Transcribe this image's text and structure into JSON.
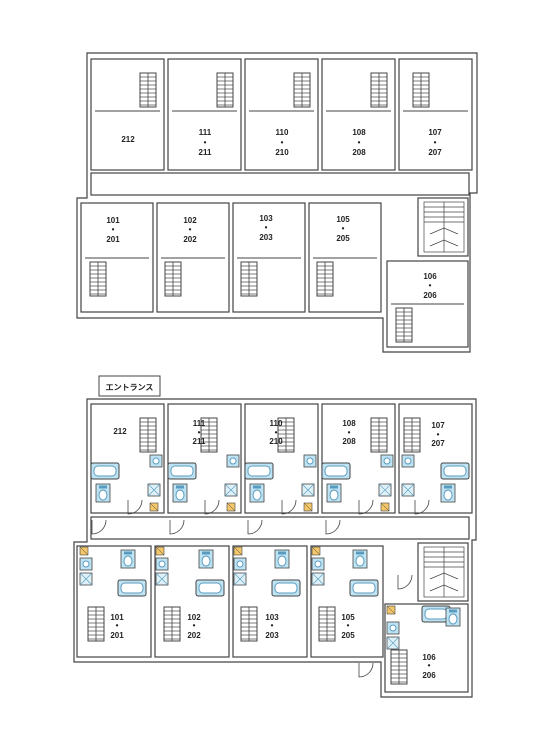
{
  "colors": {
    "wall": "#444444",
    "bath": "#bfe3f2",
    "fixture": "#5a9cc0",
    "closet": "#f3c66a"
  },
  "icons": [
    "stair-icon",
    "bathtub-icon",
    "toilet-icon",
    "washbasin-icon",
    "door-swing-icon",
    "closet-icon",
    "staircase-icon"
  ],
  "entrance": {
    "label": "エントランス"
  },
  "upper": {
    "rooms_top": [
      {
        "id": "r212",
        "line1": "212",
        "line2": "",
        "line3": ""
      },
      {
        "id": "r111",
        "line1": "111",
        "line2": "•",
        "line3": "211"
      },
      {
        "id": "r110",
        "line1": "110",
        "line2": "•",
        "line3": "210"
      },
      {
        "id": "r108",
        "line1": "108",
        "line2": "•",
        "line3": "208"
      },
      {
        "id": "r107",
        "line1": "107",
        "line2": "•",
        "line3": "207"
      }
    ],
    "rooms_bottom": [
      {
        "id": "r101",
        "line1": "101",
        "line2": "•",
        "line3": "201"
      },
      {
        "id": "r102",
        "line1": "102",
        "line2": "•",
        "line3": "202"
      },
      {
        "id": "r103",
        "line1": "103",
        "line2": "•",
        "line3": "203"
      },
      {
        "id": "r105",
        "line1": "105",
        "line2": "•",
        "line3": "205"
      },
      {
        "id": "r106",
        "line1": "106",
        "line2": "•",
        "line3": "206"
      }
    ]
  },
  "lower": {
    "rooms_top": [
      {
        "id": "r212",
        "line1": "212",
        "line2": "",
        "line3": ""
      },
      {
        "id": "r111",
        "line1": "111",
        "line2": "•",
        "line3": "211"
      },
      {
        "id": "r110",
        "line1": "110",
        "line2": "•",
        "line3": "210"
      },
      {
        "id": "r108",
        "line1": "108",
        "line2": "•",
        "line3": "208"
      },
      {
        "id": "r107",
        "line1": "107",
        "line2": "•",
        "line3": "207"
      }
    ],
    "rooms_bottom": [
      {
        "id": "r101",
        "line1": "101",
        "line2": "•",
        "line3": "201"
      },
      {
        "id": "r102",
        "line1": "102",
        "line2": "•",
        "line3": "202"
      },
      {
        "id": "r103",
        "line1": "103",
        "line2": "•",
        "line3": "203"
      },
      {
        "id": "r105",
        "line1": "105",
        "line2": "•",
        "line3": "205"
      },
      {
        "id": "r106",
        "line1": "106",
        "line2": "•",
        "line3": "206"
      }
    ]
  }
}
